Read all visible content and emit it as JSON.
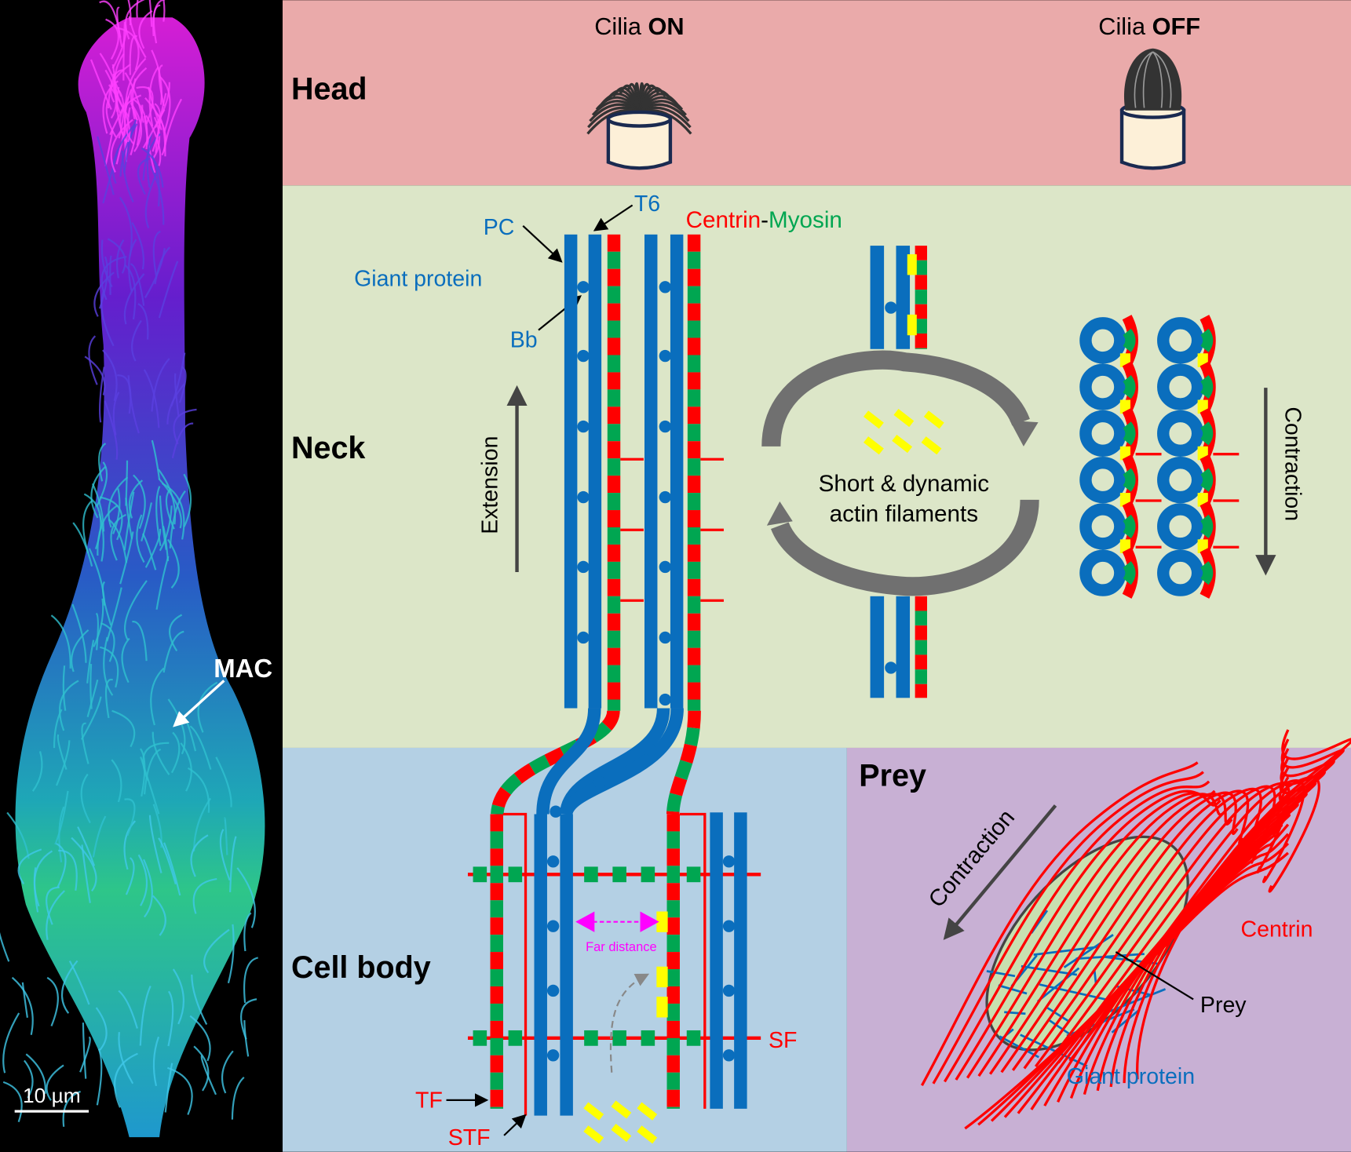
{
  "colors": {
    "head_bg": "#eaaaaa",
    "neck_bg": "#dce6c8",
    "cell_bg": "#b4d0e4",
    "prey_bg": "#c8b0d4",
    "blue": "#0a6ebd",
    "red": "#ff0000",
    "green": "#00a651",
    "yellow": "#ffff00",
    "magenta": "#ff00ff"
  },
  "micrograph": {
    "mac_label": "MAC",
    "scale_bar": "10 µm"
  },
  "head": {
    "title": "Head",
    "cilia_on_prefix": "Cilia ",
    "cilia_on_state": "ON",
    "cilia_off_prefix": "Cilia ",
    "cilia_off_state": "OFF"
  },
  "neck": {
    "title": "Neck",
    "pc": "PC",
    "t6": "T6",
    "giant_protein": "Giant protein",
    "bb": "Bb",
    "centrin": "Centrin",
    "dash": "-",
    "myosin": "Myosin",
    "extension": "Extension",
    "contraction": "Contraction",
    "actin_line1": "Short & dynamic",
    "actin_line2": "actin filaments"
  },
  "cell_body": {
    "title": "Cell body",
    "far_distance": "Far distance",
    "sf": "SF",
    "tf": "TF",
    "stf": "STF"
  },
  "prey": {
    "title": "Prey",
    "contraction": "Contraction",
    "centrin": "Centrin",
    "prey_label": "Prey",
    "giant_protein": "Giant protein"
  }
}
